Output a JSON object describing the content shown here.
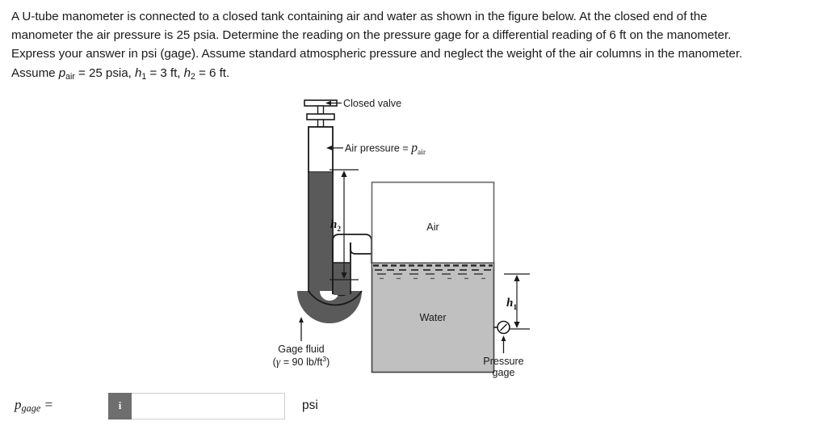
{
  "problem": {
    "lines": [
      "A U-tube manometer is connected to a closed tank containing air and water as shown in the figure below. At the closed end of the",
      "manometer the air pressure is 25 psia. Determine the reading on the pressure gage for a differential reading of 6 ft on the manometer.",
      "Express your answer in psi (gage). Assume standard atmospheric pressure and neglect the weight of the air columns in the manometer."
    ],
    "assume_prefix": "Assume ",
    "assume_p_var": "p",
    "assume_p_sub": "air",
    "assume_p_value": " = 25 psia, ",
    "assume_h1_var": "h",
    "assume_h1_sub": "1",
    "assume_h1_value": " = 3 ft, ",
    "assume_h2_var": "h",
    "assume_h2_sub": "2",
    "assume_h2_value": " = 6 ft."
  },
  "figure": {
    "closed_valve_label": "Closed valve",
    "air_pressure_label": "Air pressure = ",
    "air_pressure_var": "p",
    "air_pressure_sub": "air",
    "tank_air_label": "Air",
    "tank_water_label": "Water",
    "gage_fluid_label": "Gage fluid",
    "gage_fluid_gamma": "(",
    "gage_fluid_gamma_sym": "γ",
    "gage_fluid_gamma_val": " = 90 lb/ft",
    "gage_fluid_gamma_exp": "3",
    "gage_fluid_gamma_close": ")",
    "pressure_gage_label_line1": "Pressure",
    "pressure_gage_label_line2": "gage",
    "dim_h1_var": "h",
    "dim_h1_sub": "1",
    "dim_h2_var": "h",
    "dim_h2_sub": "2",
    "colors": {
      "gage_fluid": "#5a5a5a",
      "water": "#c0c0c0",
      "tank_border": "#6f6f6f",
      "tube_outline": "#1a1a1a",
      "line": "#1a1a1a"
    }
  },
  "answer": {
    "label_var": "p",
    "label_sub": "gage",
    "label_eq": " =",
    "info_icon": "i",
    "info_glyph": "i",
    "input_value": "",
    "input_placeholder": "",
    "unit": "psi"
  }
}
